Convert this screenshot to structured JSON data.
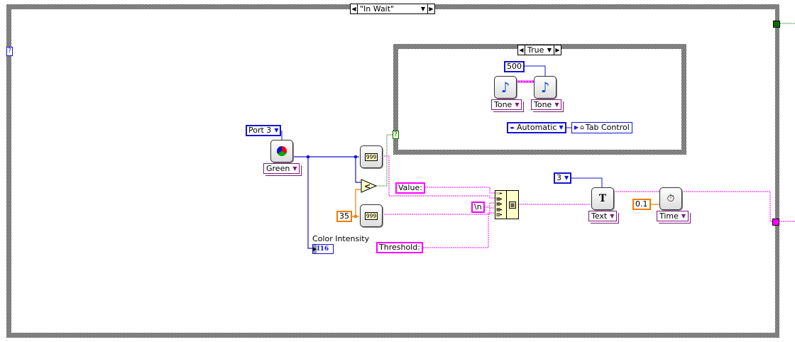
{
  "outer_case": {
    "selector_value": "\"In Wait\"",
    "input_terminal": "?"
  },
  "inner_case": {
    "selector_value": "True",
    "input_terminal": "?",
    "tone_constant": "500",
    "tone_blocks": [
      {
        "icon": "music-note-icon",
        "ring_label": "Tone"
      },
      {
        "icon": "music-note-icon",
        "ring_label": "Tone"
      }
    ],
    "enum_constant": "Automatic",
    "property_node": "Tab Control"
  },
  "sensor": {
    "port_ring": "Port 3",
    "mode_ring": "Green"
  },
  "indicator": {
    "label": "Color Intensity",
    "type": "I16"
  },
  "threshold_constant": "35",
  "comparison": "<",
  "strings": {
    "value_label": "Value:",
    "newline": "\\n",
    "threshold_label": "Threshold:"
  },
  "display": {
    "line_constant": "3",
    "ring_label": "Text"
  },
  "wait": {
    "time_constant": "0.1",
    "ring_label": "Time"
  },
  "colors": {
    "integer_wire": "#1414d2",
    "double_wire": "#f07d00",
    "string_wire": "#ff00ff",
    "boolean_wire": "#006600",
    "vi_ring": "#7a1a7a"
  }
}
